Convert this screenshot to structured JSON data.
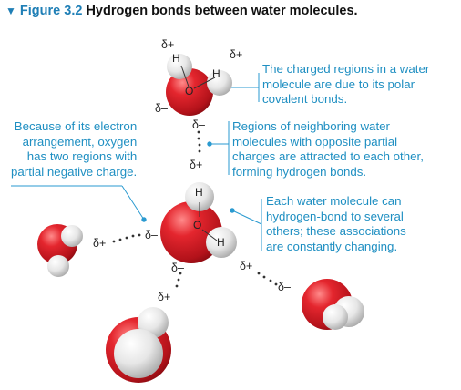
{
  "figure": {
    "number": "Figure 3.2",
    "title": "Hydrogen bonds between water molecules."
  },
  "atom_labels": {
    "hydrogen": "H",
    "oxygen": "O"
  },
  "charge_labels": {
    "delta_plus": "δ+",
    "delta_minus": "δ–"
  },
  "callouts": {
    "polar_bonds": [
      "The charged regions in a water",
      "molecule are due to its polar",
      "covalent bonds."
    ],
    "attraction": [
      "Regions of neighboring water",
      "molecules with opposite partial",
      "charges are attracted to each other,",
      "forming hydrogen bonds."
    ],
    "oxygen_regions": [
      "Because of its electron",
      "arrangement, oxygen",
      "has two regions with",
      "partial negative charge."
    ],
    "several_bonds": [
      "Each water molecule can",
      "hydrogen-bond to several",
      "others; these associations",
      "are constantly changing."
    ]
  },
  "colors": {
    "title_accent": "#1f7fb6",
    "callout_text": "#1f8fc2",
    "callout_line": "#2a9ad0",
    "oxygen": "#d8232a",
    "hydrogen": "#e8e8e8",
    "hbond_dots": "#333333"
  }
}
